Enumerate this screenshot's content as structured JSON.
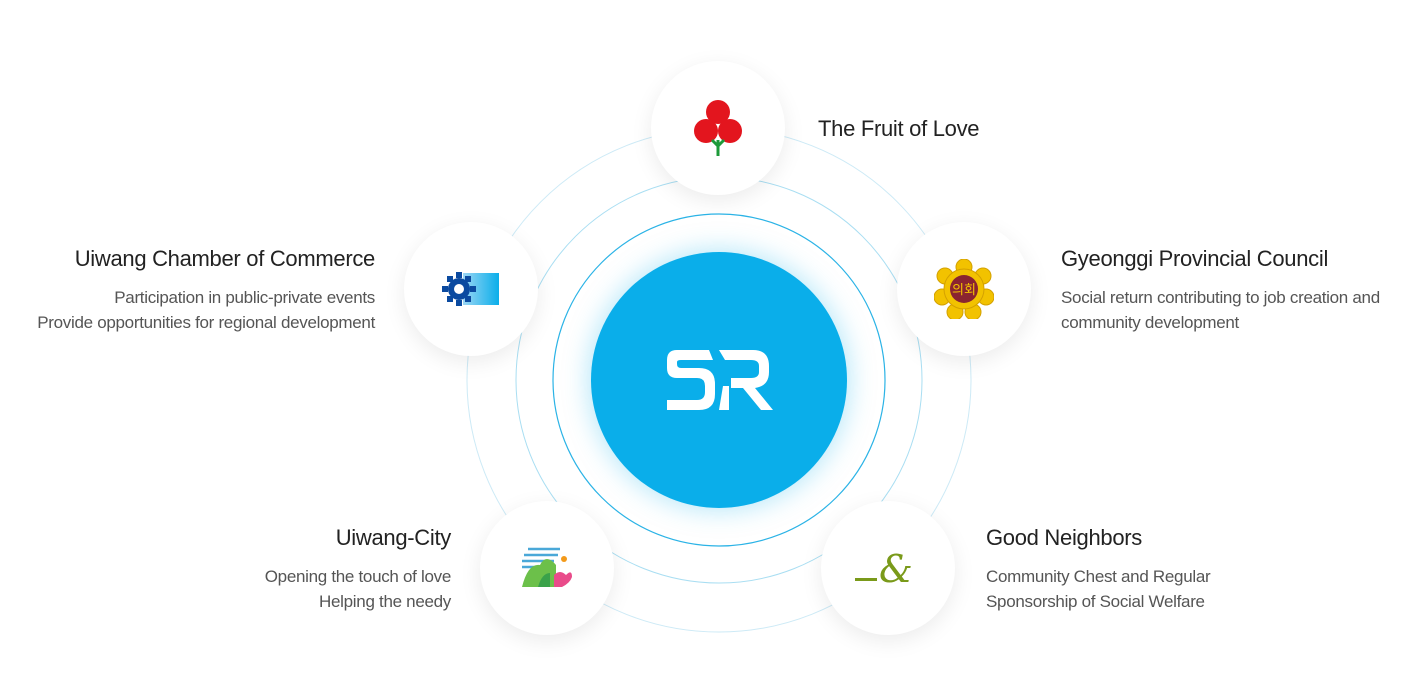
{
  "center": {
    "logo": "SR",
    "icon": "sr-logo-icon",
    "color": "#0aaeea"
  },
  "partners": [
    {
      "title": "The Fruit of Love",
      "lines": [],
      "icon": "fruit-of-love-icon"
    },
    {
      "title": "Gyeonggi Provincial Council",
      "lines": [
        "Social return contributing to job creation and",
        "community development"
      ],
      "icon": "council-emblem-icon"
    },
    {
      "title": "Good Neighbors",
      "lines": [
        "Community Chest and Regular",
        "Sponsorship of Social Welfare"
      ],
      "icon": "good-neighbors-icon"
    },
    {
      "title": "Uiwang-City",
      "lines": [
        "Opening the touch of love",
        "Helping the needy"
      ],
      "icon": "uiwang-city-icon"
    },
    {
      "title": "Uiwang Chamber of Commerce",
      "lines": [
        "Participation in public-private events",
        "Provide opportunities for regional development"
      ],
      "icon": "chamber-gear-icon"
    }
  ]
}
